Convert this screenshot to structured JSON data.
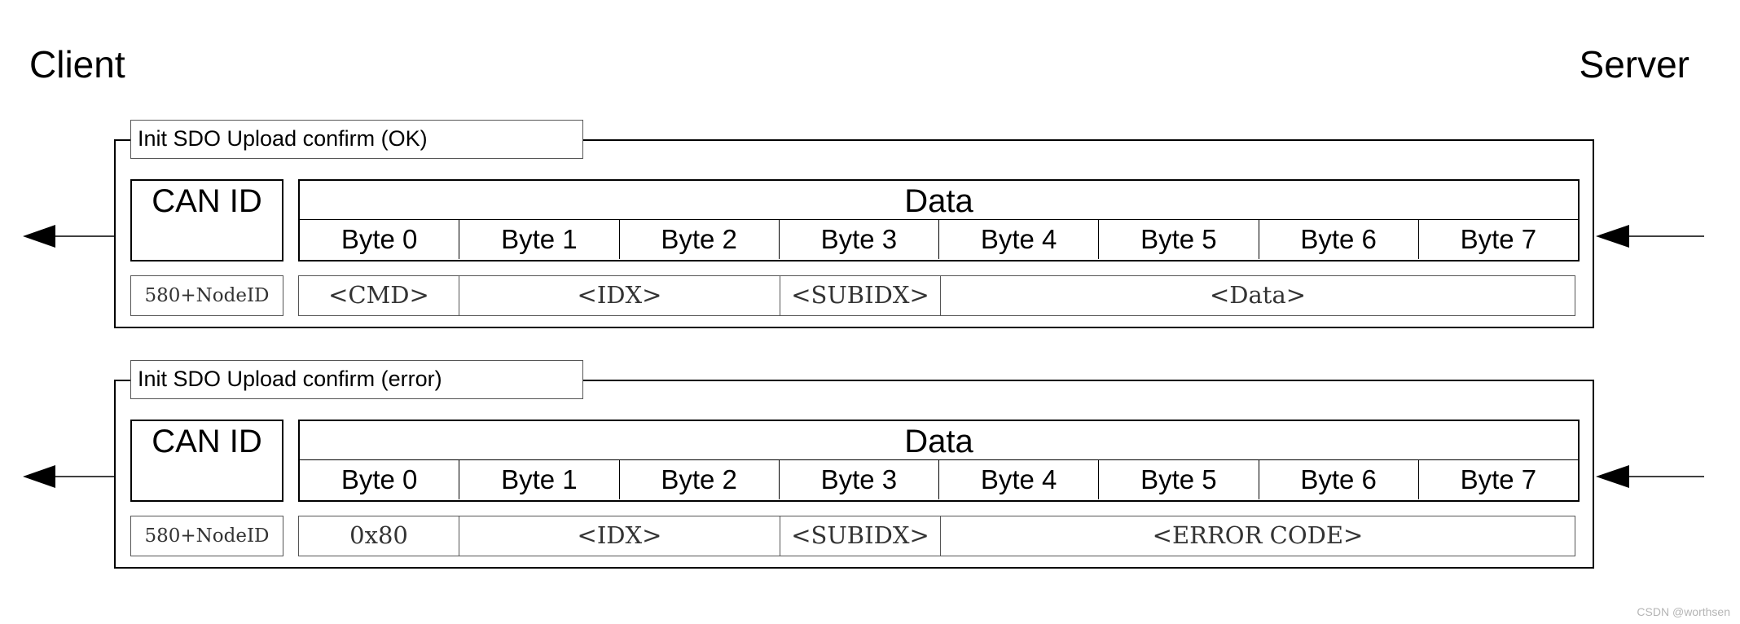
{
  "client_label": "Client",
  "server_label": "Server",
  "sections": [
    {
      "title": "Init SDO Upload confirm (OK)",
      "can_id_label": "CAN ID",
      "data_label": "Data",
      "bytes": [
        "Byte 0",
        "Byte 1",
        "Byte 2",
        "Byte 3",
        "Byte 4",
        "Byte 5",
        "Byte 6",
        "Byte 7"
      ],
      "node_id": "580+NodeID",
      "values": [
        "<CMD>",
        "<IDX>",
        "<SUBIDX>",
        "<Data>"
      ]
    },
    {
      "title": "Init SDO Upload confirm (error)",
      "can_id_label": "CAN ID",
      "data_label": "Data",
      "bytes": [
        "Byte 0",
        "Byte 1",
        "Byte 2",
        "Byte 3",
        "Byte 4",
        "Byte 5",
        "Byte 6",
        "Byte 7"
      ],
      "node_id": "580+NodeID",
      "values": [
        "0x80",
        "<IDX>",
        "<SUBIDX>",
        "<ERROR CODE>"
      ]
    }
  ],
  "watermark": "CSDN @worthsen"
}
